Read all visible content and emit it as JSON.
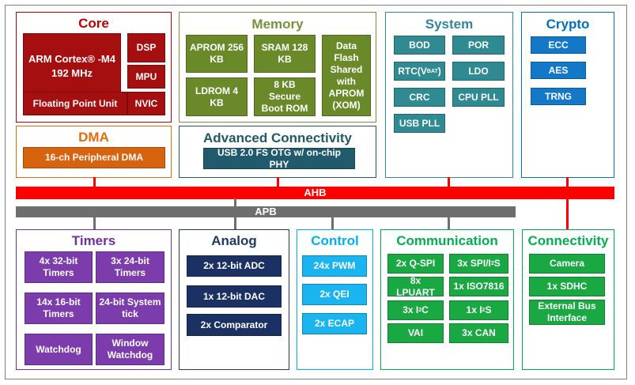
{
  "colors": {
    "core": "#c00000",
    "core_block": "#a50f0f",
    "memory": "#76923c",
    "memory_block": "#6a8a2a",
    "system": "#31859c",
    "system_block": "#2f8a92",
    "crypto": "#0070c0",
    "crypto_block": "#1478c8",
    "dma": "#e46c0a",
    "dma_block": "#d8630e",
    "adv": "#215968",
    "adv_block": "#215a6c",
    "timers": "#7030a0",
    "timers_block": "#7c3cac",
    "analog": "#1f3864",
    "analog_block": "#1c3163",
    "control": "#00b0f0",
    "control_block": "#1ab4f0",
    "comm": "#00b050",
    "comm_block": "#1aa843",
    "conn": "#00b050",
    "conn_block": "#1aa843",
    "ahb": "#ff0000",
    "apb": "#6e6e6e"
  },
  "core": {
    "title": "Core",
    "cpu": "ARM Cortex® -M4",
    "freq": "192 MHz",
    "blocks": [
      "DSP",
      "MPU",
      "NVIC"
    ],
    "fpu": "Floating Point Unit"
  },
  "memory": {
    "title": "Memory",
    "blocks": [
      "APROM 256 KB",
      "SRAM 128 KB",
      "LDROM 4 KB",
      "8 KB Secure Boot ROM",
      "Data Flash Shared with APROM (XOM)"
    ]
  },
  "system": {
    "title": "System",
    "blocks": [
      "BOD",
      "POR",
      "RTC(V",
      "BAT",
      ")",
      "LDO",
      "CRC",
      "CPU PLL",
      "USB PLL"
    ]
  },
  "crypto": {
    "title": "Crypto",
    "blocks": [
      "ECC",
      "AES",
      "TRNG"
    ]
  },
  "dma": {
    "title": "DMA",
    "block": "16-ch Peripheral DMA"
  },
  "adv": {
    "title": "Advanced Connectivity",
    "block": "USB 2.0 FS OTG w/ on-chip PHY"
  },
  "bus": {
    "ahb": "AHB",
    "apb": "APB"
  },
  "timers": {
    "title": "Timers",
    "blocks": [
      "4x 32-bit Timers",
      "3x 24-bit Timers",
      "14x 16-bit Timers",
      "24-bit System tick",
      "Watchdog",
      "Window Watchdog"
    ]
  },
  "analog": {
    "title": "Analog",
    "blocks": [
      "2x 12-bit ADC",
      "1x 12-bit DAC",
      "2x Comparator"
    ]
  },
  "control": {
    "title": "Control",
    "blocks": [
      "24x PWM",
      "2x QEI",
      "2x ECAP"
    ]
  },
  "comm": {
    "title": "Communication",
    "blocks": [
      "2x Q-SPI",
      "3x SPI/I",
      "2",
      "S",
      "8x LPUART",
      "1x ISO7816",
      "3x I",
      "2",
      "C",
      "1x I",
      "2",
      "S",
      "VAI",
      "3x CAN"
    ]
  },
  "conn": {
    "title": "Connectivity",
    "blocks": [
      "Camera",
      "1x SDHC",
      "External Bus Interface"
    ]
  }
}
